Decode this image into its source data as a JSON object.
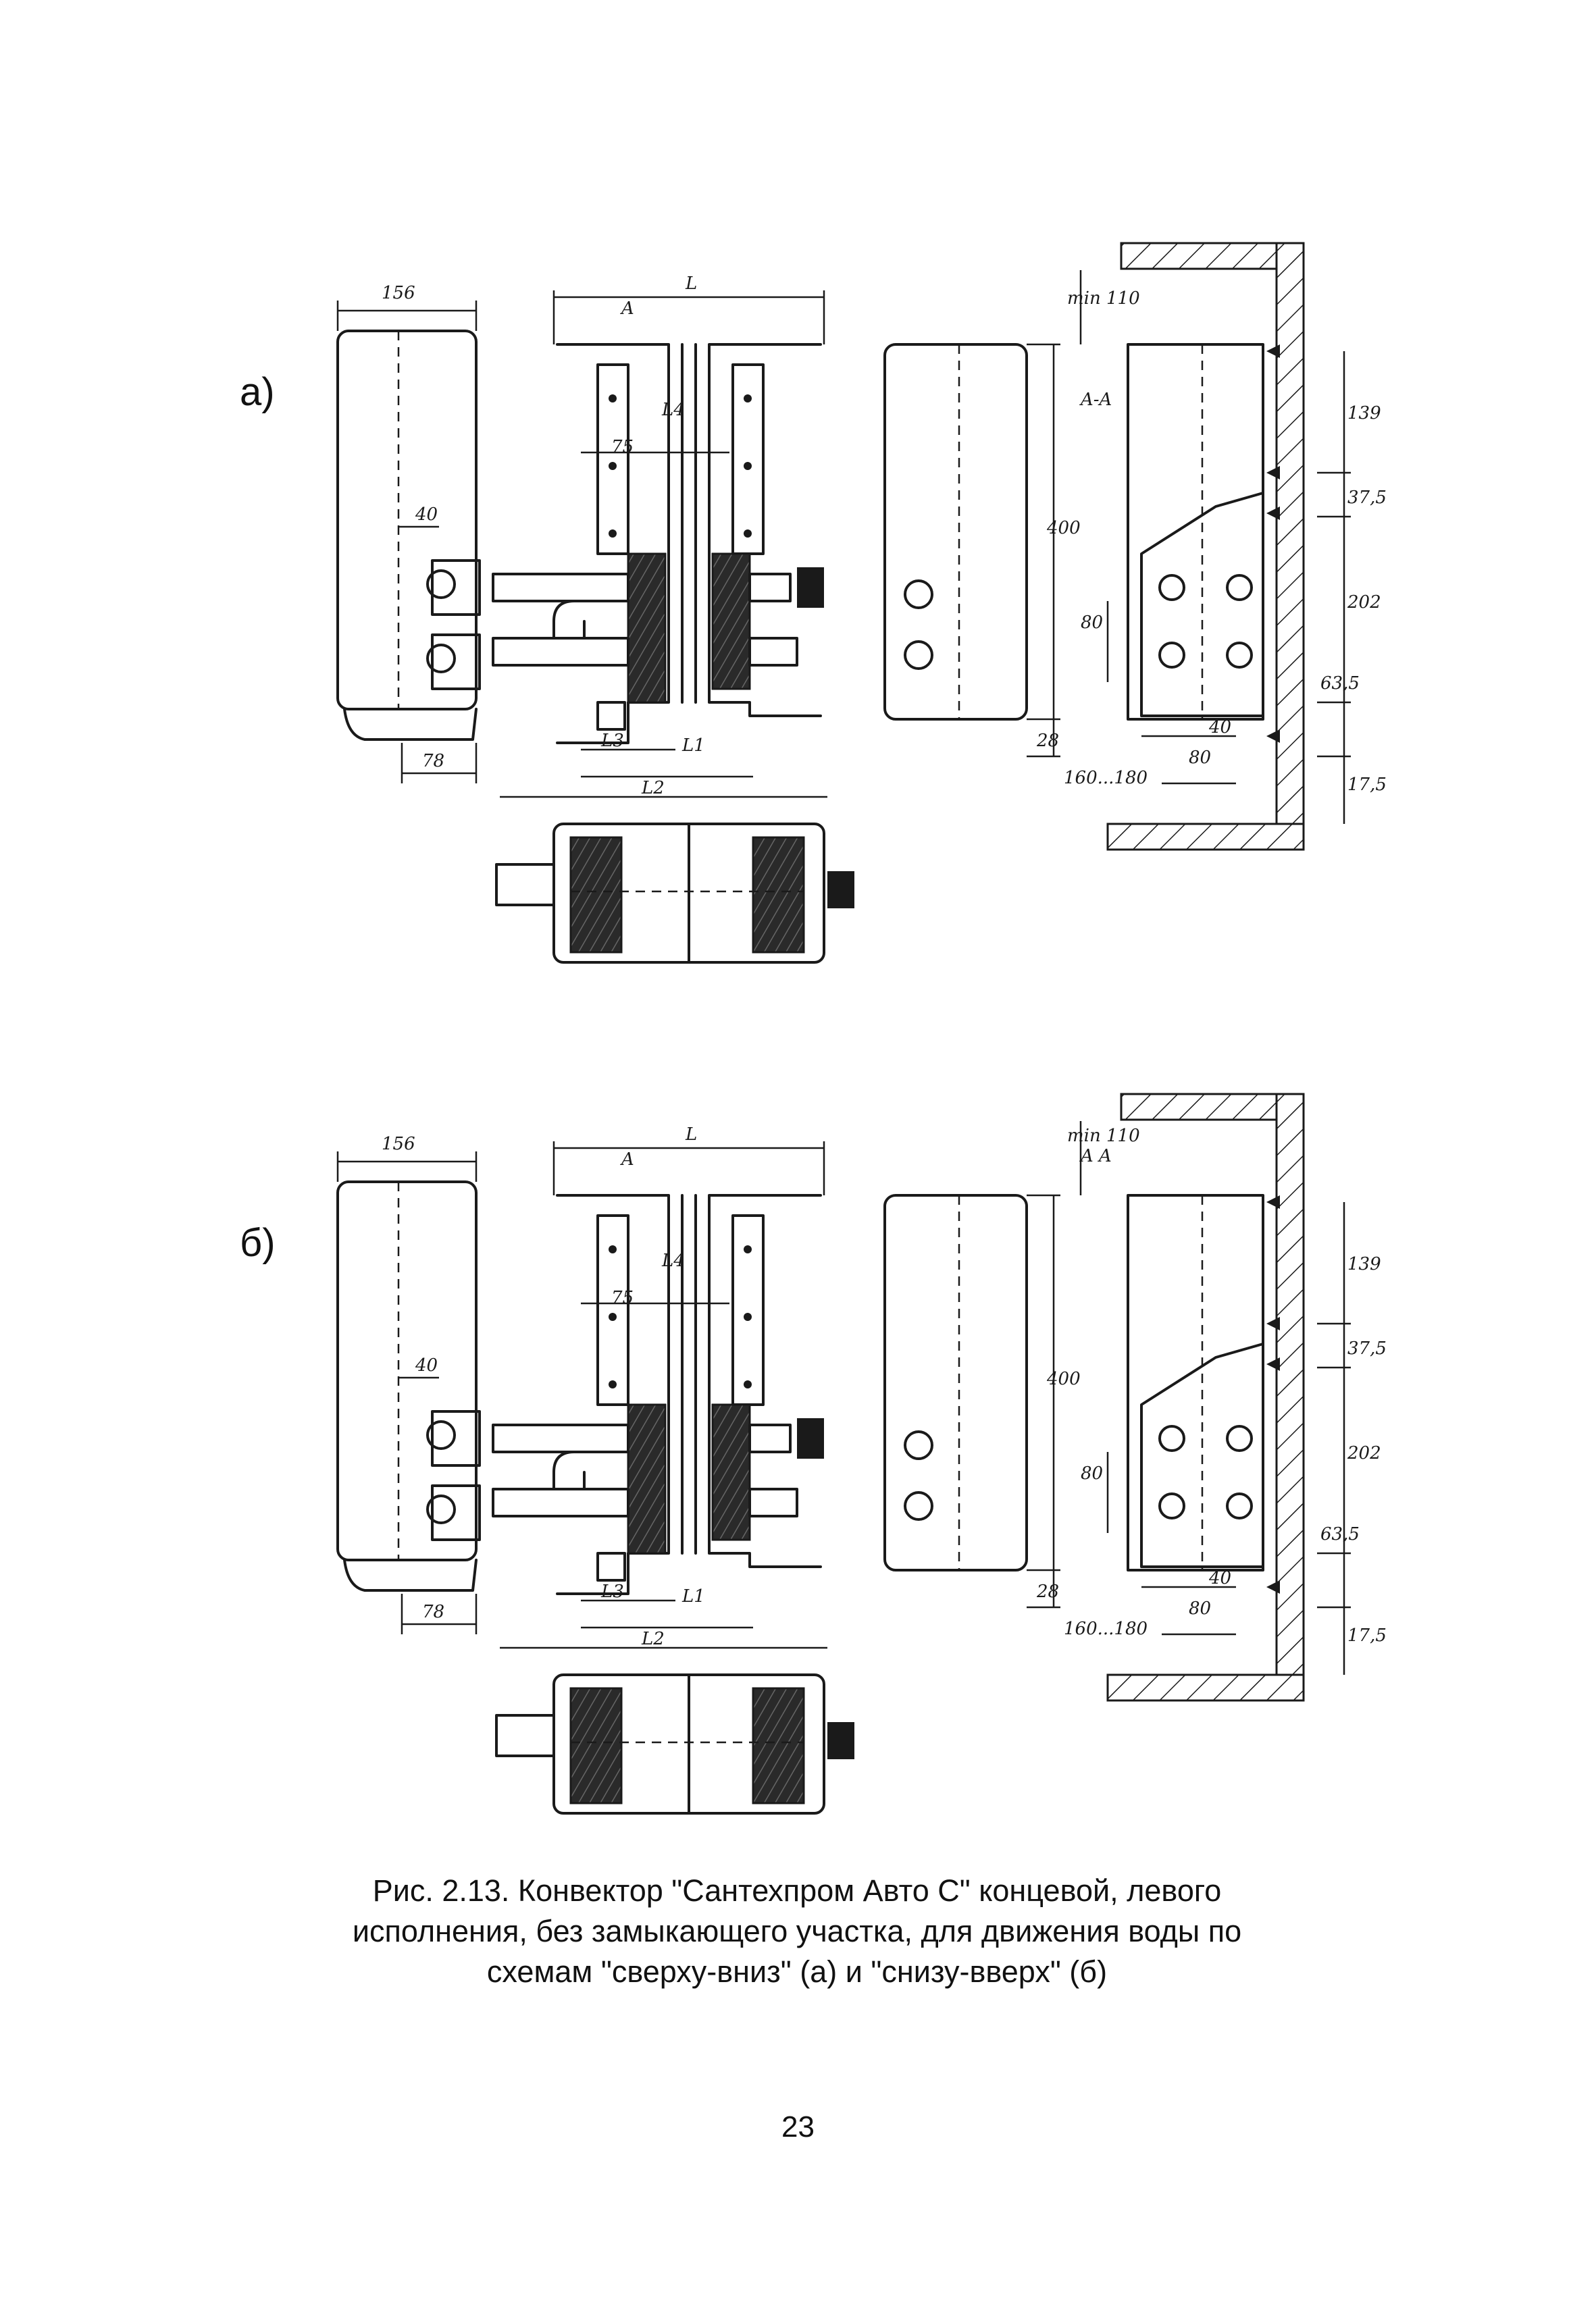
{
  "panels": [
    {
      "label": "а)",
      "dims": {
        "depth": "156",
        "length": "L",
        "section_a": "A",
        "l4": "L4",
        "pitch_75": "75",
        "offset_40": "40",
        "side_78": "78",
        "l3": "L3",
        "l1": "L1",
        "l2": "L2",
        "height_400": "400",
        "spacing_80": "80",
        "base_28": "28",
        "floor_gap": "160...180",
        "section_title": "A-A",
        "min_110": "min 110",
        "bracket_139": "139",
        "bracket_37_5": "37,5",
        "bracket_202": "202",
        "bracket_63_5": "63,5",
        "bracket_17_5": "17,5",
        "plate_40": "40",
        "plate_80": "80"
      }
    },
    {
      "label": "б)",
      "dims": {
        "depth": "156",
        "length": "L",
        "section_a": "A",
        "l4": "L4",
        "pitch_75": "75",
        "offset_40": "40",
        "side_78": "78",
        "l3": "L3",
        "l1": "L1",
        "l2": "L2",
        "height_400": "400",
        "spacing_80": "80",
        "base_28": "28",
        "floor_gap": "160...180",
        "section_title": "A A",
        "min_110": "min 110",
        "bracket_139": "139",
        "bracket_37_5": "37,5",
        "bracket_202": "202",
        "bracket_63_5": "63,5",
        "bracket_17_5": "17,5",
        "plate_40": "40",
        "plate_80": "80"
      }
    }
  ],
  "caption": {
    "line1": "Рис. 2.13. Конвектор \"Сантехпром Авто С\" концевой, левого",
    "line2": "исполнения, без замыкающего участка, для движения воды по",
    "line3": "схемам \"сверху-вниз\" (а) и \"снизу-вверх\" (б)"
  },
  "page_number": "23"
}
